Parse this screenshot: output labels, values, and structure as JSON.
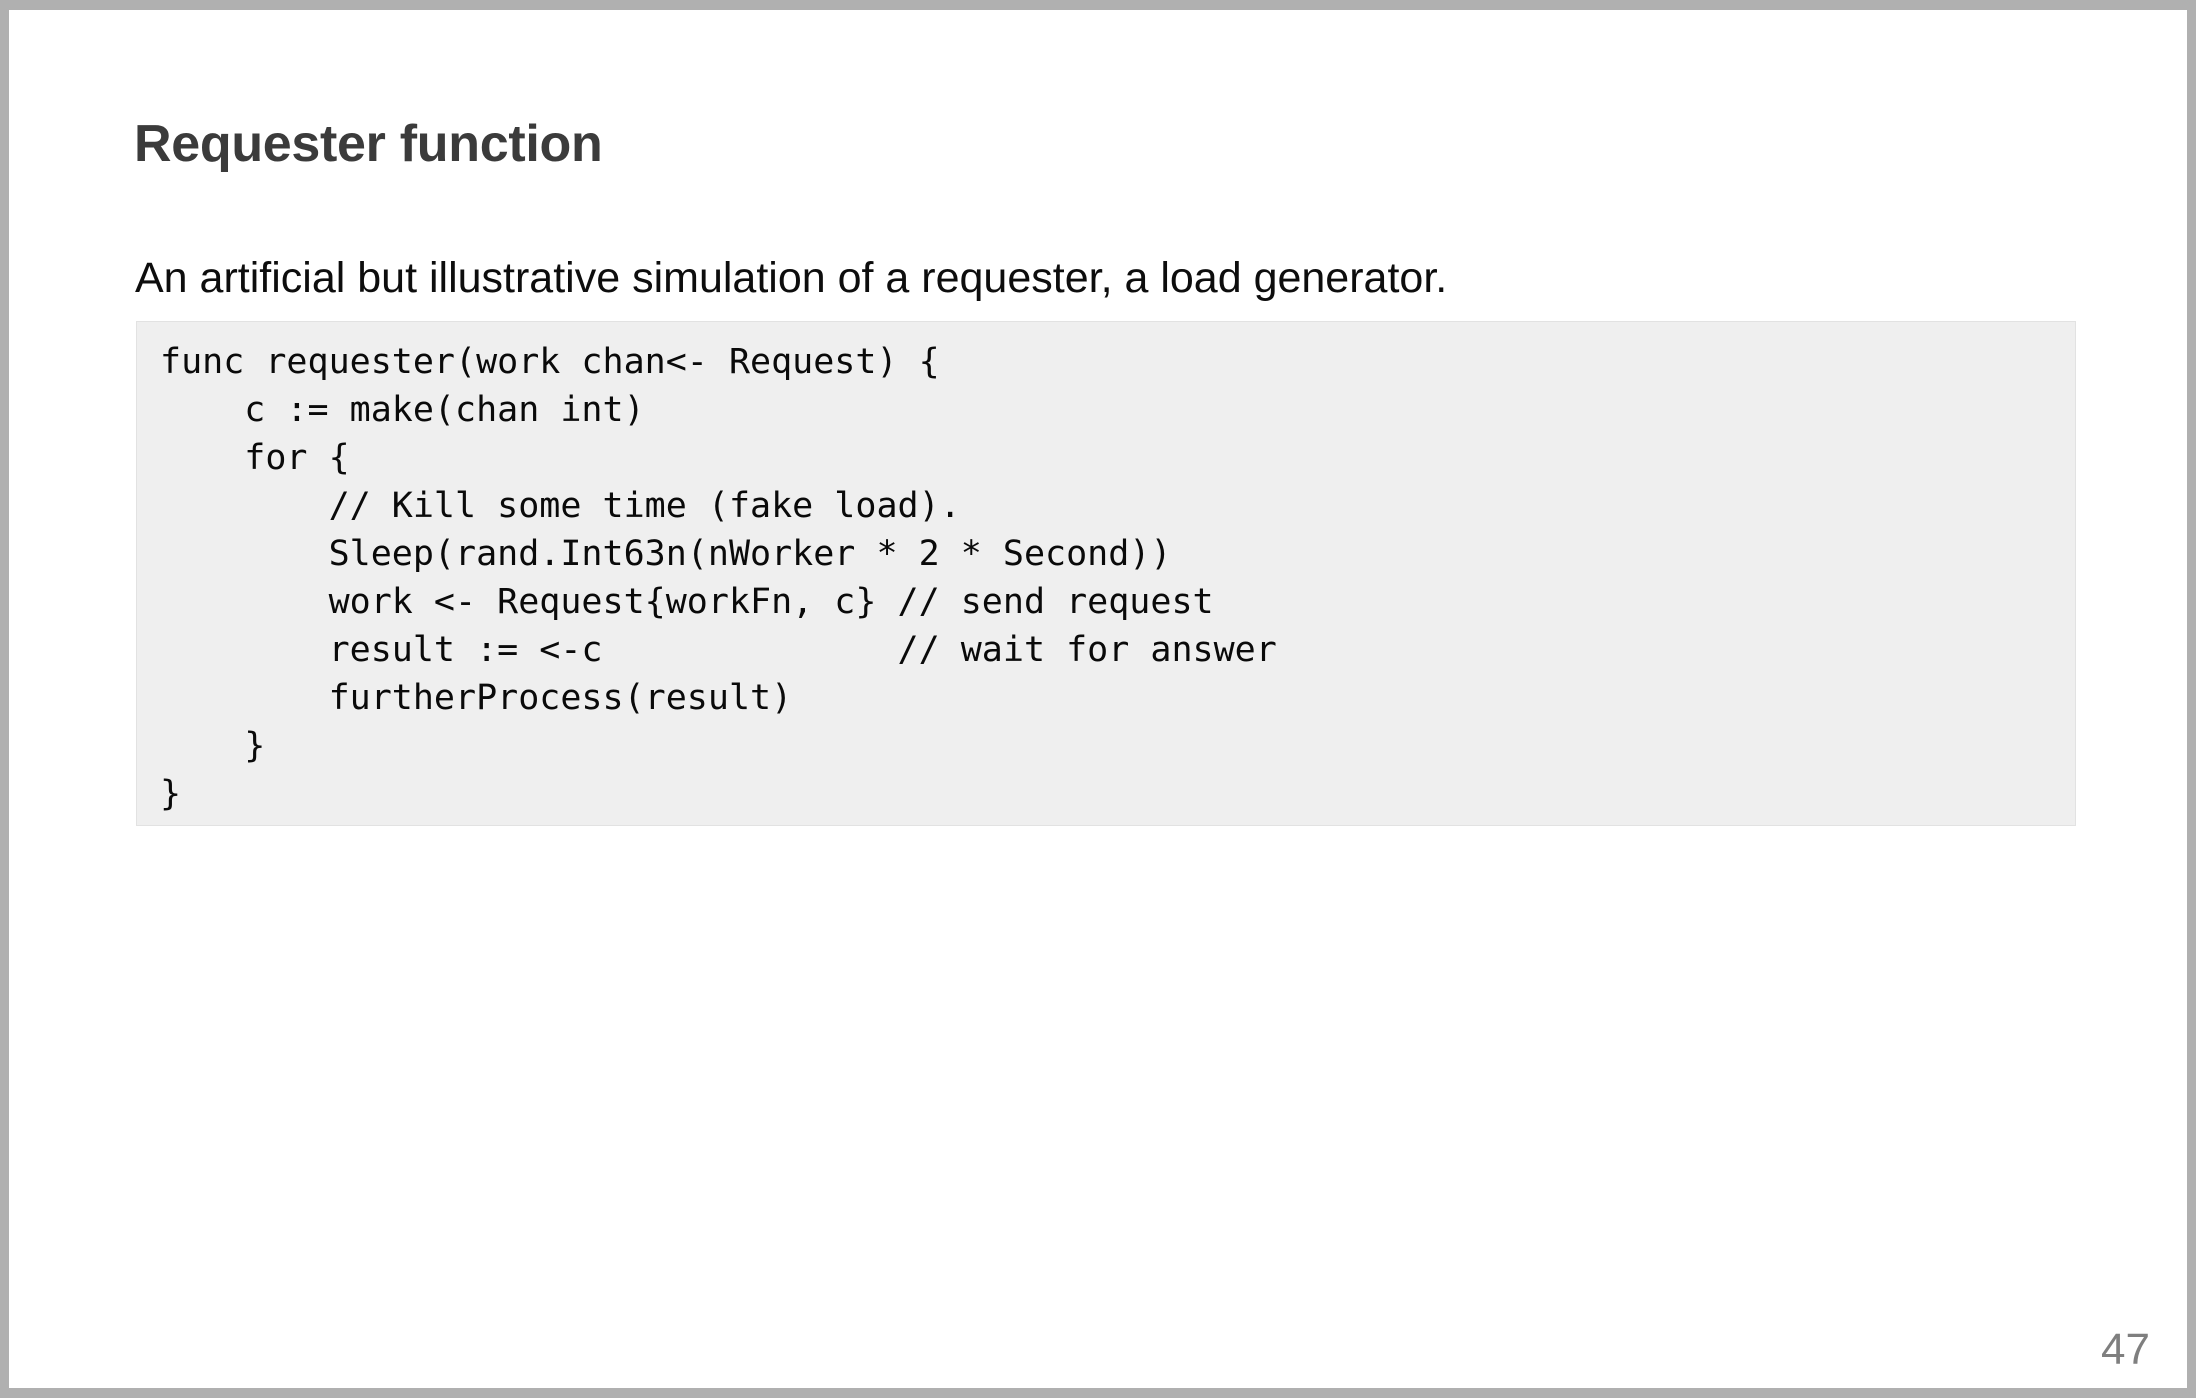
{
  "slide": {
    "title": "Requester function",
    "subtitle": "An artificial but illustrative simulation of a requester, a load generator.",
    "page_number": "47",
    "code": "func requester(work chan<- Request) {\n    c := make(chan int)\n    for {\n        // Kill some time (fake load).\n        Sleep(rand.Int63n(nWorker * 2 * Second))\n        work <- Request{workFn, c} // send request\n        result := <-c              // wait for answer\n        furtherProcess(result)\n    }\n}",
    "code_lines": [
      "func requester(work chan<- Request) {",
      "    c := make(chan int)",
      "    for {",
      "        // Kill some time (fake load).",
      "        Sleep(rand.Int63n(nWorker * 2 * Second))",
      "        work <- Request{workFn, c} // send request",
      "        result := <-c              // wait for answer",
      "        furtherProcess(result)",
      "    }",
      "}"
    ],
    "colors": {
      "frame": "#b0b0b0",
      "canvas": "#ffffff",
      "title_text": "#3b3b3b",
      "body_text": "#0d0d0d",
      "code_background": "#efefef",
      "code_border": "#e2e2e2",
      "code_text": "#0a0a0a",
      "page_number_text": "#7f7f7f"
    }
  }
}
